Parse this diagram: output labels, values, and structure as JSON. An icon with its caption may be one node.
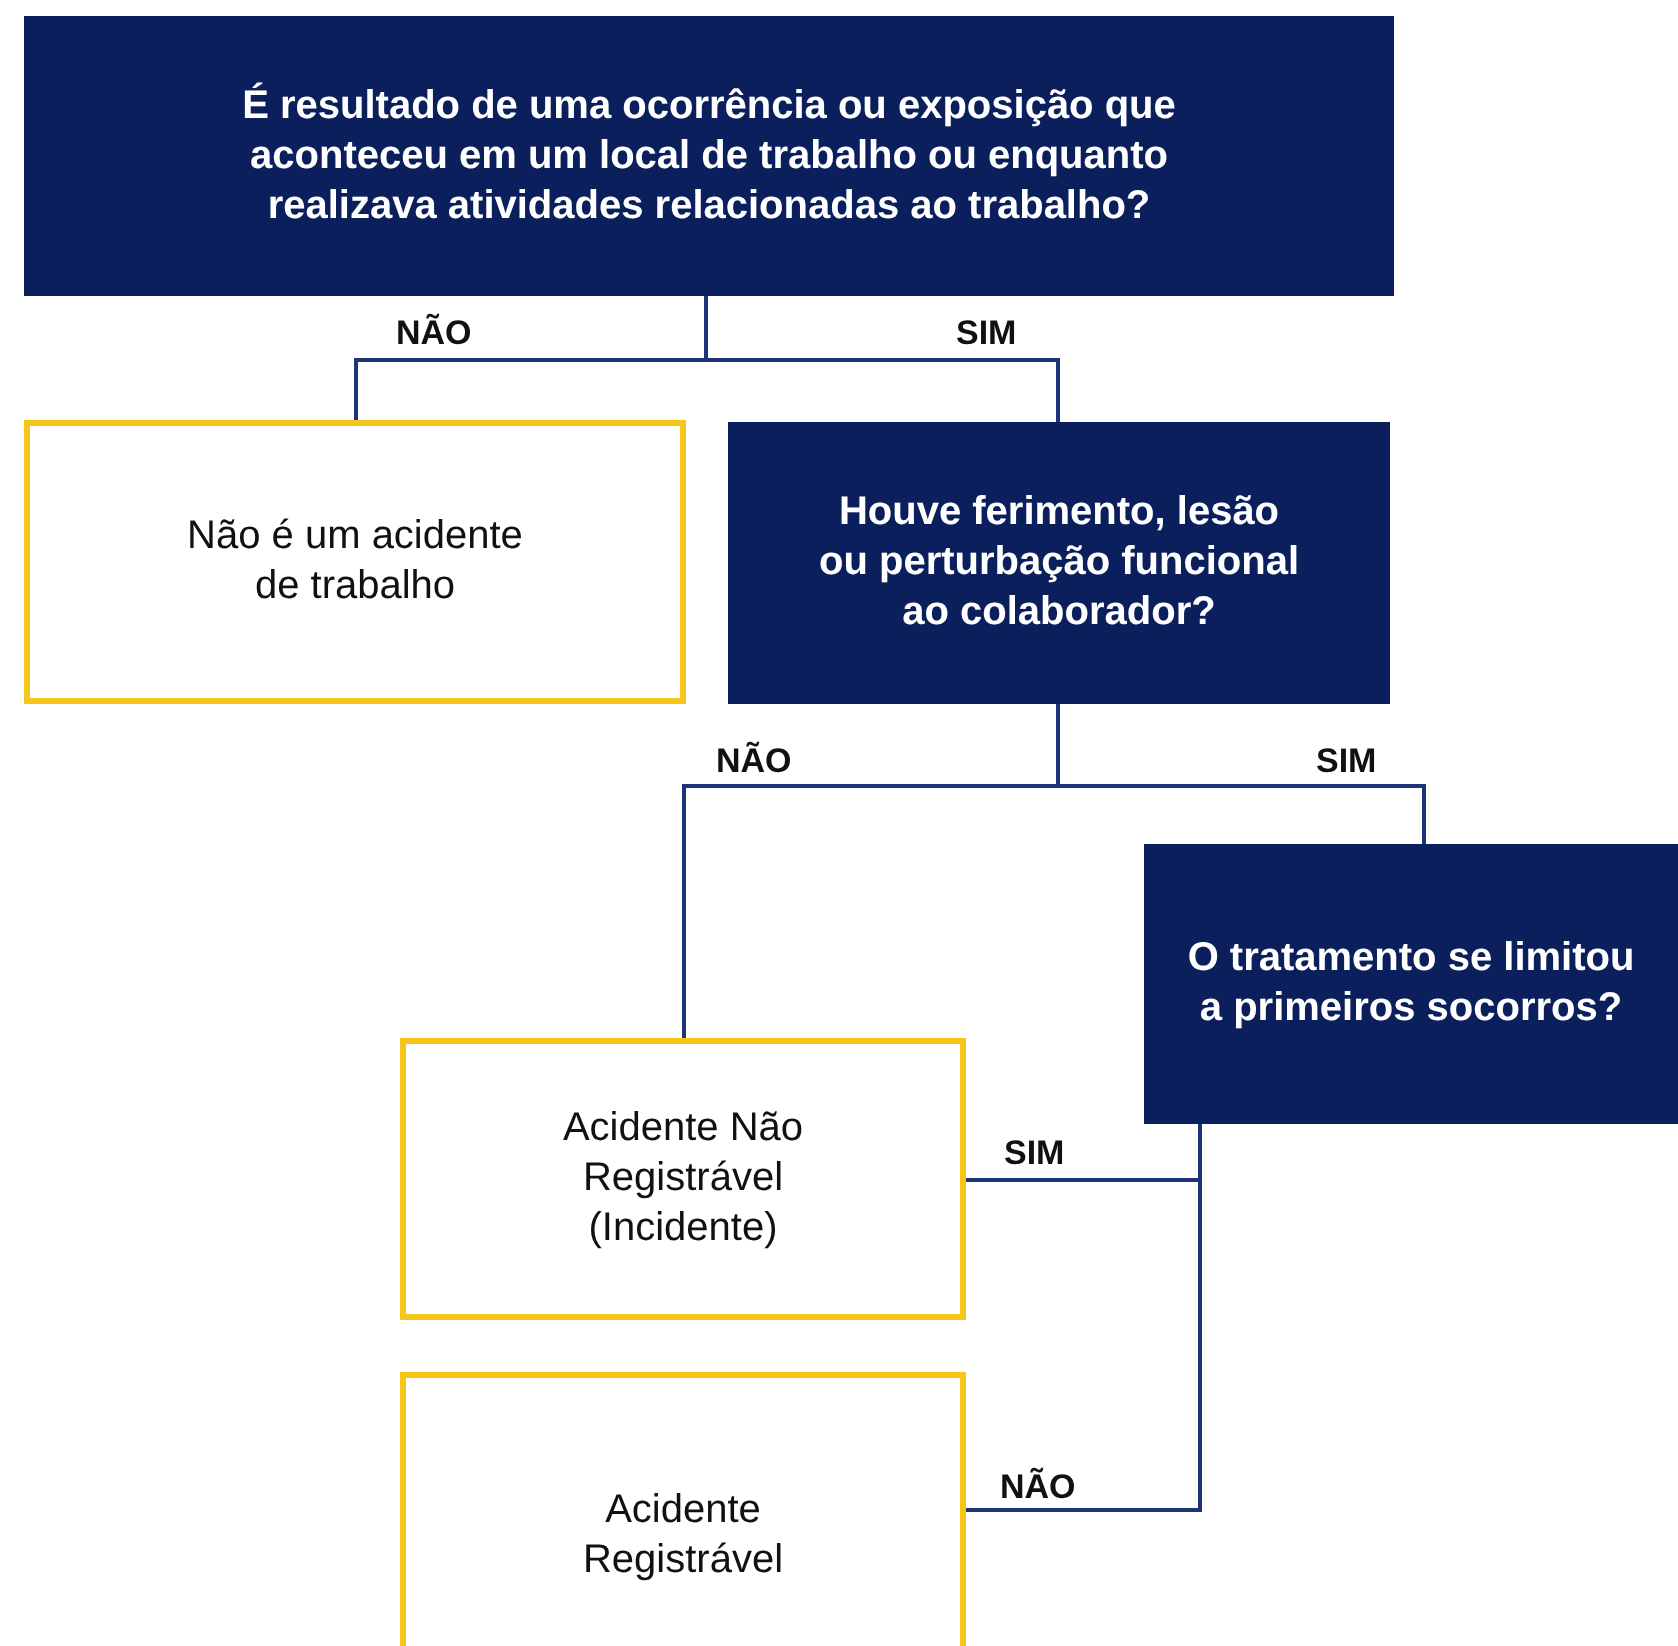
{
  "diagram": {
    "nodes": [
      {
        "text": [
          "É resultado de uma ocorrência ou exposição que aconteceu em um local de trabalho ou enquanto realizava atividades relacionadas ao trabalho?"
        ]
      },
      {
        "text": [
          "Não é um acidente de trabalho"
        ]
      },
      {
        "text": [
          "Houve ferimento, lesão ou perturbação funcional ao colaborador?"
        ]
      },
      {
        "text": [
          "O tratamento se limitou a primeiros socorros?"
        ]
      },
      {
        "text": [
          "Acidente Não Registrável (Incidente)"
        ]
      },
      {
        "text": [
          "Acidente Registrável"
        ]
      }
    ],
    "edges": [
      {
        "from": 0,
        "to": 1,
        "arrow": "none",
        "label": "NÃO"
      },
      {
        "from": 0,
        "to": 2,
        "arrow": "none",
        "label": "SIM"
      },
      {
        "from": 2,
        "to": 4,
        "arrow": "none",
        "label": "NÃO"
      },
      {
        "from": 2,
        "to": 3,
        "arrow": "none",
        "label": "SIM"
      },
      {
        "from": 3,
        "to": 4,
        "arrow": "none",
        "label": "SIM"
      },
      {
        "from": 3,
        "to": 5,
        "arrow": "none",
        "label": "NÃO"
      }
    ]
  }
}
